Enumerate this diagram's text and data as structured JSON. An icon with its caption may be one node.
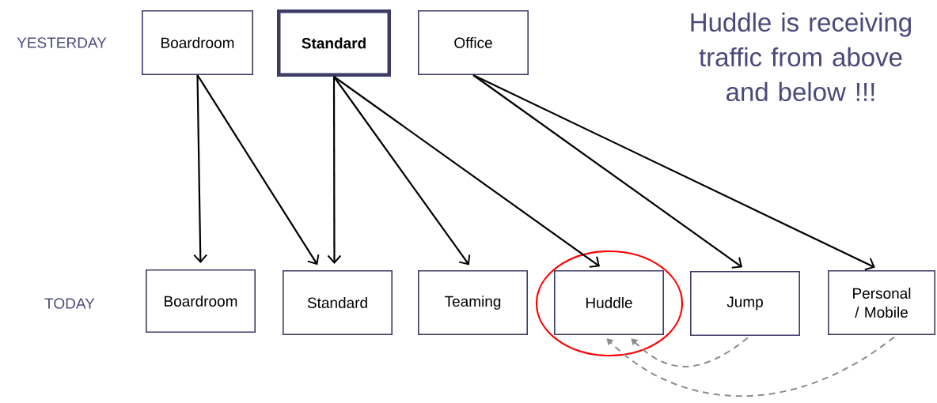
{
  "diagram": {
    "nodes": [
      {
        "text": [
          "Boardroom"
        ]
      },
      {
        "text": [
          "Standard"
        ]
      },
      {
        "text": [
          "Office"
        ]
      },
      {
        "text": [
          "Boardroom"
        ]
      },
      {
        "text": [
          "Standard"
        ]
      },
      {
        "text": [
          "Teaming"
        ]
      },
      {
        "text": [
          "Huddle"
        ]
      },
      {
        "text": [
          "Jump"
        ]
      },
      {
        "text": [
          "Personal / Mobile"
        ]
      }
    ],
    "edges": [
      {
        "from": 0,
        "to": 3,
        "arrow": "to"
      },
      {
        "from": 0,
        "to": 4,
        "arrow": "to"
      },
      {
        "from": 1,
        "to": 4,
        "arrow": "to"
      },
      {
        "from": 1,
        "to": 5,
        "arrow": "to"
      },
      {
        "from": 1,
        "to": 6,
        "arrow": "to"
      },
      {
        "from": 2,
        "to": 7,
        "arrow": "to"
      },
      {
        "from": 2,
        "to": 8,
        "arrow": "to"
      },
      {
        "from": 7,
        "to": 6,
        "arrow": "to",
        "style": "dashed",
        "color": "#8c8c8c"
      },
      {
        "from": 8,
        "to": 6,
        "arrow": "to",
        "style": "dashed",
        "color": "#8c8c8c"
      }
    ],
    "labels": [
      "YESTERDAY",
      "Huddle is receiving traffic from above and below !!!",
      "TODAY"
    ]
  }
}
